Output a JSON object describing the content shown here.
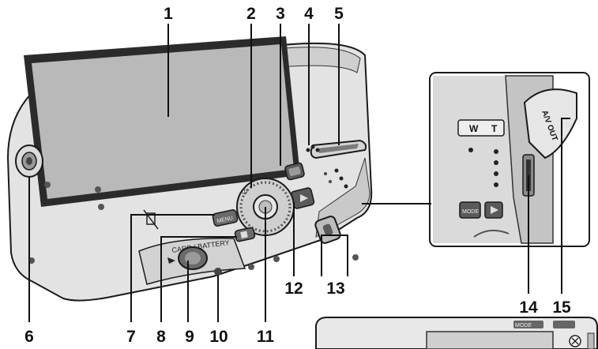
{
  "callouts": [
    {
      "id": 1,
      "label": "1"
    },
    {
      "id": 2,
      "label": "2"
    },
    {
      "id": 3,
      "label": "3"
    },
    {
      "id": 4,
      "label": "4"
    },
    {
      "id": 5,
      "label": "5"
    },
    {
      "id": 6,
      "label": "6"
    },
    {
      "id": 7,
      "label": "7"
    },
    {
      "id": 8,
      "label": "8"
    },
    {
      "id": 9,
      "label": "9"
    },
    {
      "id": 10,
      "label": "10"
    },
    {
      "id": 11,
      "label": "11"
    },
    {
      "id": 12,
      "label": "12"
    },
    {
      "id": 13,
      "label": "13"
    },
    {
      "id": 14,
      "label": "14"
    },
    {
      "id": 15,
      "label": "15"
    }
  ],
  "printed": {
    "menu_key": "MENU",
    "card_cover": "CARD / BATTERY",
    "zoom_w": "W",
    "zoom_t": "T",
    "mode_key": "MODE",
    "av_out": "A/V OUT",
    "mode_key_small": "MODE"
  }
}
